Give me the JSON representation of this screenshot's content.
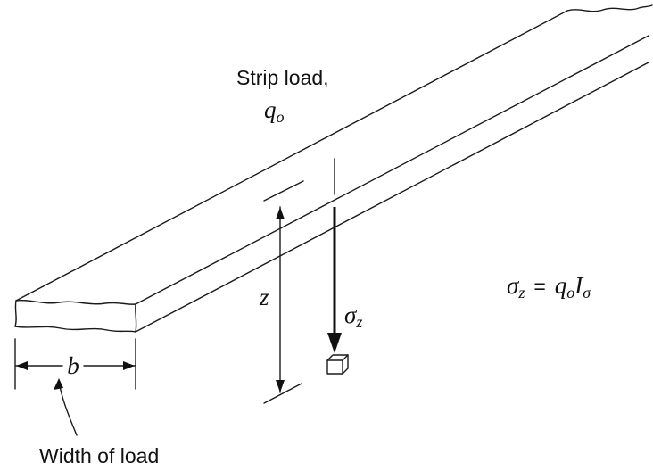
{
  "diagram": {
    "strip_load_label": "Strip load,",
    "q_symbol": "q",
    "q_subscript": "o",
    "depth_label": "z",
    "stress_symbol": "σ",
    "stress_subscript": "z",
    "width_symbol": "b",
    "width_caption": "Width of load",
    "equation": {
      "lhs_symbol": "σ",
      "lhs_subscript": "z",
      "equals": "=",
      "q_symbol": "q",
      "q_subscript": "o",
      "i_symbol": "I",
      "i_subscript": "σ"
    }
  }
}
